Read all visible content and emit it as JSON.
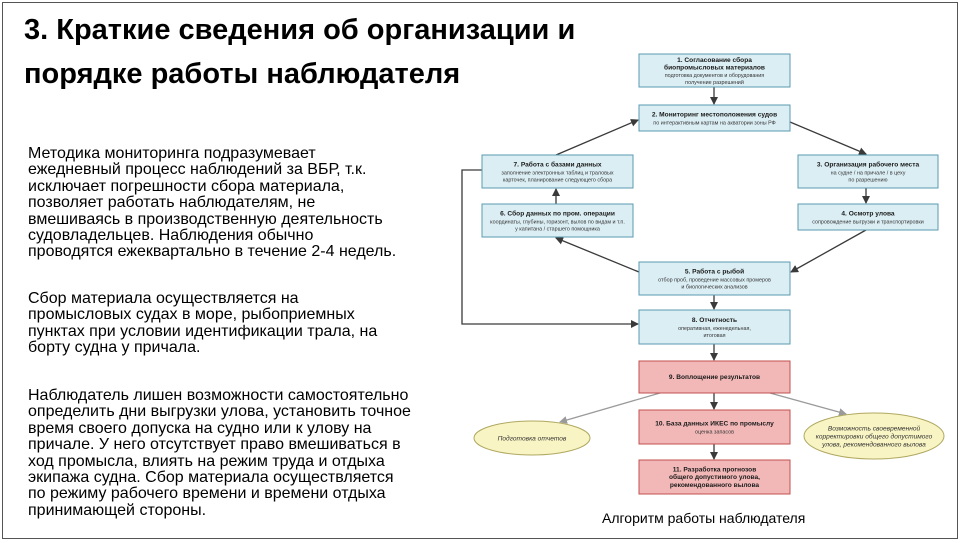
{
  "slide": {
    "title": "3. Краткие сведения об организации и порядке работы наблюдателя",
    "paragraphs": [
      "Методика мониторинга подразумевает\nежедневный процесс наблюдений за ВБР, т.к.\nисключает погрешности сбора материала,\nпозволяет работать наблюдателям, не\nвмешиваясь в производственную деятельность\nсудовладельцев. Наблюдения обычно\nпроводятся ежеквартально в течение 2-4 недель.",
      "Сбор материала осуществляется на\nпромысловых судах в море, рыбоприемных\nпунктах при условии идентификации трала, на\nборту судна у причала.",
      "Наблюдатель лишен возможности самостоятельно\nопределить дни выгрузки улова, установить точное\nвремя своего допуска на судно или к улову на\nпричале. У него отсутствует право вмешиваться в\nход промысла, влиять на режим труда и отдыха\nэкипажа судна. Сбор материала осуществляется\nпо режиму рабочего времени и времени отдыха\nпринимающей стороны."
    ],
    "diagram_caption": "Алгоритм работы наблюдателя"
  },
  "diagram": {
    "colors": {
      "blue_fill": "#dbeef4",
      "blue_stroke": "#5a9bb0",
      "red_fill": "#f2b8b8",
      "red_stroke": "#c0504d",
      "ellipse_fill": "#f8f4c4",
      "arrow": "#3a3a3a"
    },
    "nodes": [
      {
        "id": "n1",
        "style": "blue",
        "title": "1. Согласование сбора биопромысловых материалов",
        "subtitle": "подготовка документов и оборудования получение разрешений"
      },
      {
        "id": "n2",
        "style": "blue",
        "title": "2. Мониторинг местоположения судов",
        "subtitle": "по интерактивным картам на акватории зоны РФ"
      },
      {
        "id": "n3",
        "style": "blue",
        "title": "3. Организация рабочего места",
        "subtitle": "на судне / на причале / в цеху по разрешению"
      },
      {
        "id": "n4",
        "style": "blue",
        "title": "4. Осмотр улова",
        "subtitle": "сопровождение выгрузки и транспортировки"
      },
      {
        "id": "n5",
        "style": "blue",
        "title": "5. Работа с рыбой",
        "subtitle": "отбор проб, проведение массовых промеров и биологических анализов"
      },
      {
        "id": "n6",
        "style": "blue",
        "title": "6.  Сбор данных по пром. операции",
        "subtitle": "координаты, глубины, горизонт, вылов по видам и т.п. у капитана / старшего помощника"
      },
      {
        "id": "n7",
        "style": "blue",
        "title": "7. Работа с базами данных",
        "subtitle": "заполнение электронных таблиц и траловых карточек, планирование следующего сбора"
      },
      {
        "id": "n8",
        "style": "blue",
        "title": "8. Отчетность",
        "subtitle": "оперативная, еженедельная, итоговая"
      },
      {
        "id": "n9",
        "style": "red",
        "title": "9. Воплощение результатов",
        "subtitle": ""
      },
      {
        "id": "n10",
        "style": "red",
        "title": "10. База данных ИКЕС по промыслу",
        "subtitle": "оценка запасов"
      },
      {
        "id": "n11",
        "style": "red",
        "title": "11. Разработка прогнозов общего допустимого улова, рекомендованного вылова",
        "subtitle": ""
      },
      {
        "id": "e1",
        "style": "ellipse",
        "title": "Подготовка отчетов",
        "subtitle": ""
      },
      {
        "id": "e2",
        "style": "ellipse",
        "title": "Возможность своевременной корректировки общего допустимого улова, рекомендованного вылова",
        "subtitle": ""
      }
    ]
  }
}
